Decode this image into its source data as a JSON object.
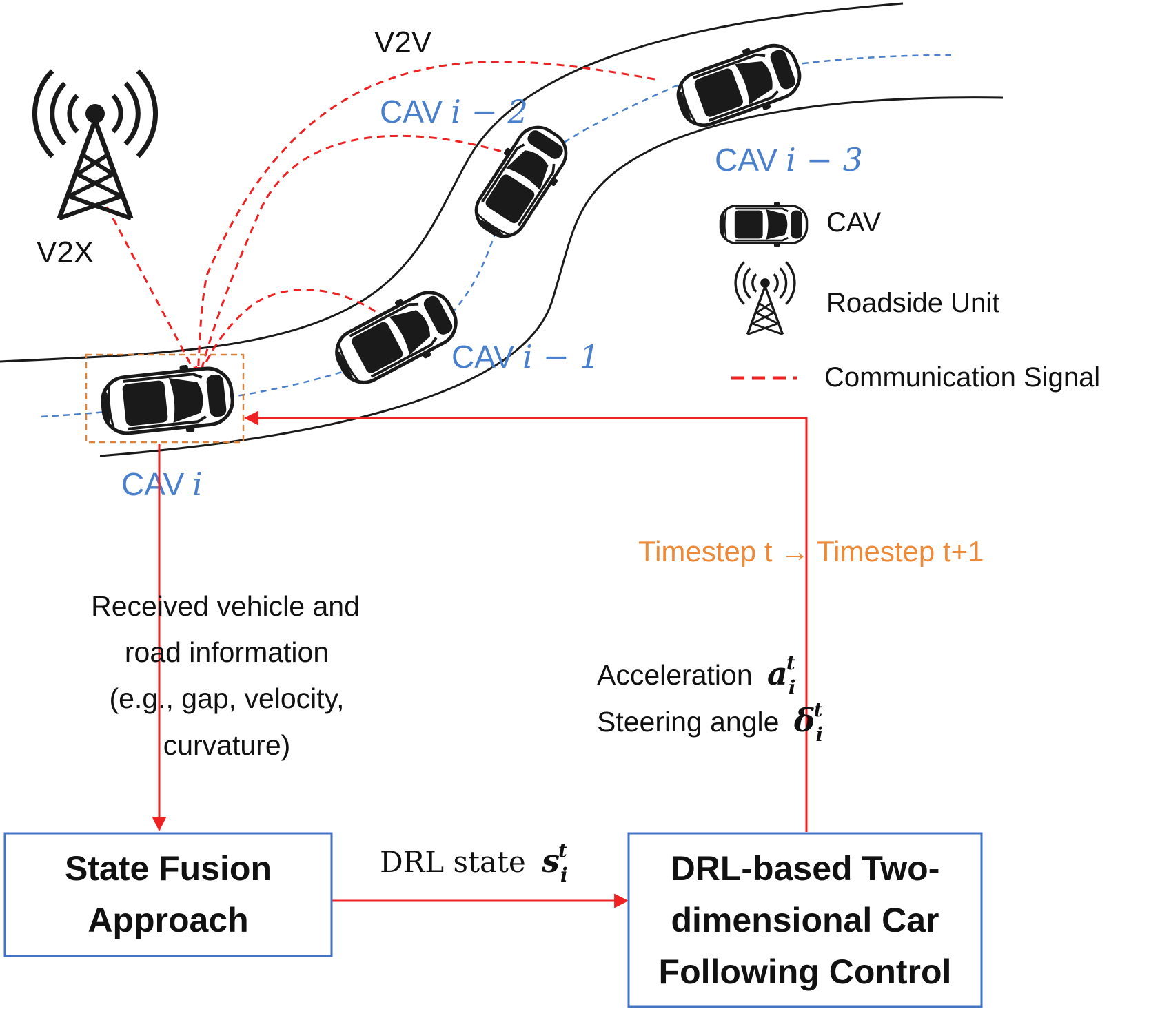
{
  "labels": {
    "v2v": "V2V",
    "v2x": "V2X",
    "cav_i": "CAV",
    "cav_i_var": "i",
    "cav_i1": "CAV",
    "cav_i1_var": "i − 1",
    "cav_i2": "CAV",
    "cav_i2_var": "i − 2",
    "cav_i3": "CAV",
    "cav_i3_var": "i − 3"
  },
  "legend": {
    "cav": "CAV",
    "rsu": "Roadside Unit",
    "signal": "Communication Signal"
  },
  "flow": {
    "received_line1": "Received vehicle and",
    "received_line2": "road information",
    "received_line3": "(e.g., gap, velocity,",
    "received_line4": "curvature)",
    "timestep": "Timestep t → Timestep t+1",
    "accel_label": "Acceleration",
    "accel_sym": "a",
    "steer_label": "Steering angle",
    "steer_sym": "δ",
    "sub_i": "i",
    "sup_t": "t",
    "drl_state_label": "DRL state",
    "drl_state_sym": "s"
  },
  "boxes": {
    "state_fusion_line1": "State Fusion",
    "state_fusion_line2": "Approach",
    "drl_line1": "DRL-based Two-",
    "drl_line2": "dimensional Car",
    "drl_line3": "Following Control"
  },
  "colors": {
    "signal": "#ee2222",
    "flow": "#ee2222",
    "label_blue": "#4a7fcb",
    "timestep": "#ed8a3a",
    "box_border": "#4472c4",
    "focus_box": "#d9823b",
    "lane_center": "#4a7fcb"
  },
  "icons": [
    "tower-icon",
    "car-icon"
  ]
}
